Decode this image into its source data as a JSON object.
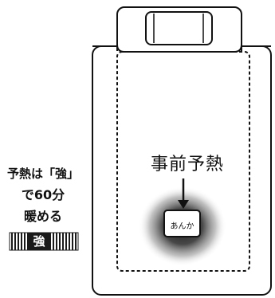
{
  "instructions": {
    "line1": "予熱は「強」",
    "line2": "で60分",
    "line3": "暖める"
  },
  "preheat_label": "事前予熱",
  "controller_label": "あんか",
  "switch_setting": "強",
  "colors": {
    "outline": "#111111",
    "glow": "#2a2a2a",
    "switch_dark": "#1a1a1a",
    "switch_stripe": "#ffffff"
  }
}
